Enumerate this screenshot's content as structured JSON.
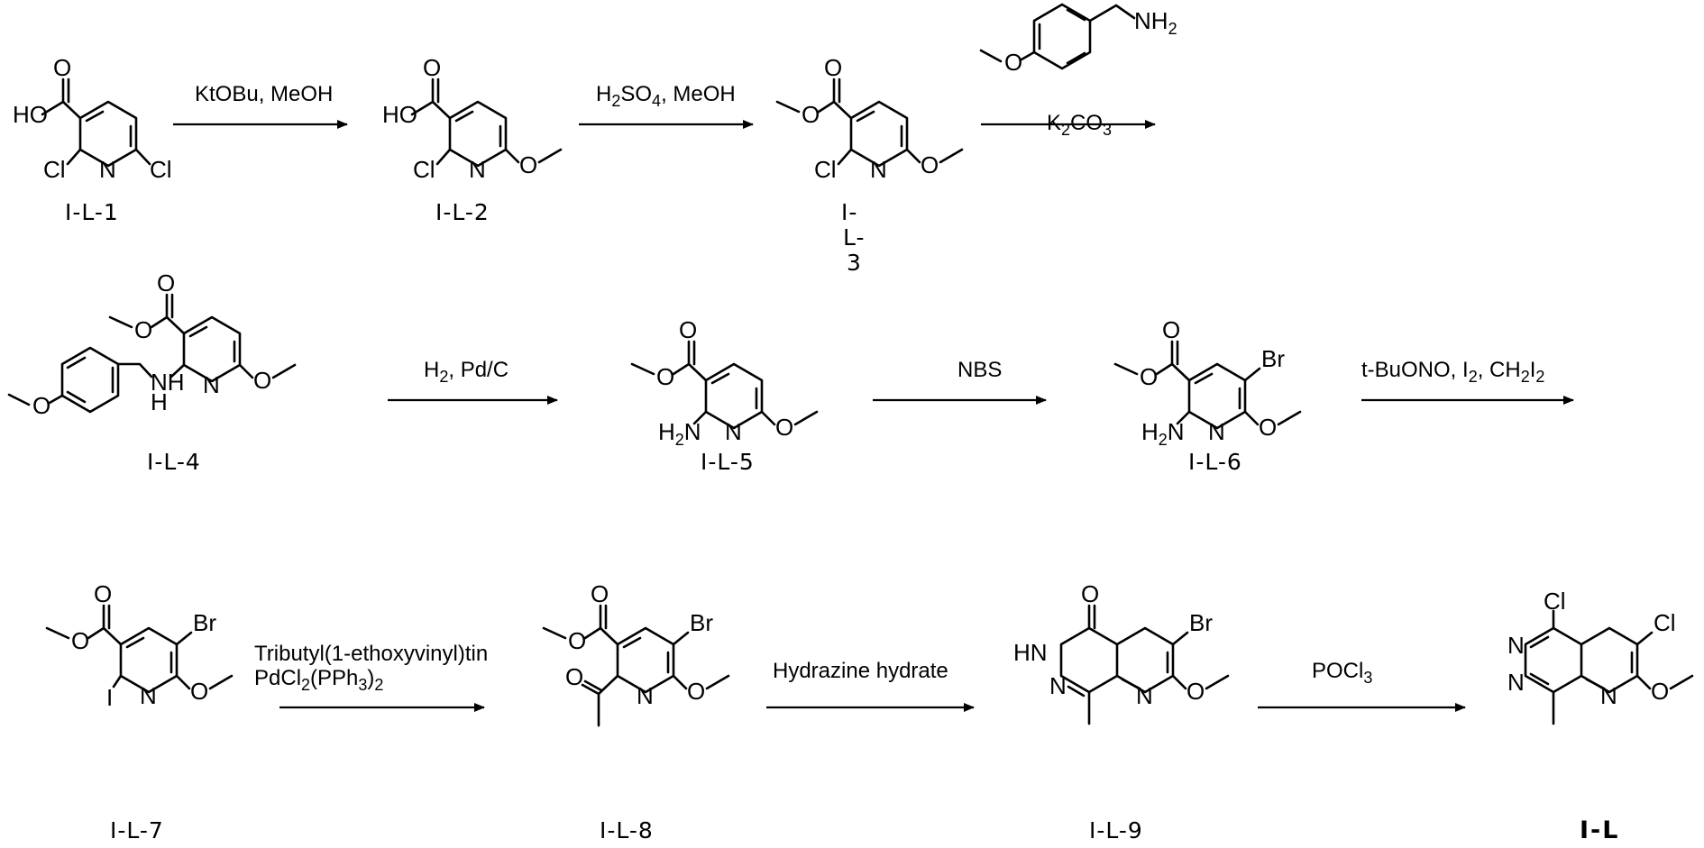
{
  "compounds": [
    {
      "label": "I-L-1"
    },
    {
      "label": "I-L-2"
    },
    {
      "label_lines": [
        "I-",
        "L-",
        "3"
      ]
    },
    {
      "label": "I-L-4"
    },
    {
      "label": "I-L-5"
    },
    {
      "label": "I-L-6"
    },
    {
      "label": "I-L-7"
    },
    {
      "label": "I-L-8"
    },
    {
      "label": "I-L-9"
    },
    {
      "label": "I-L"
    }
  ],
  "atoms": {
    "ho": "HO",
    "cl": "Cl",
    "n": "N",
    "o": "O",
    "br": "Br",
    "i": "I",
    "nh": "NH",
    "h": "H",
    "nh2_n": "NH",
    "nh2_sub": "2",
    "h2n_h": "H",
    "h2n_sub": "2",
    "h2n_n": "N",
    "hn": "HN"
  },
  "reagents": {
    "step1": "KtOBu, MeOH",
    "step2": {
      "a": "H",
      "a_sub": "2",
      "b": "SO",
      "b_sub": "4",
      "c": ", MeOH"
    },
    "step3_base": {
      "a": "K",
      "a_sub": "2",
      "b": "CO",
      "b_sub": "3"
    },
    "step4": {
      "a": "H",
      "a_sub": "2",
      "b": ", Pd/C"
    },
    "step5": "NBS",
    "step6": {
      "a": "t-BuONO, I",
      "a_sub": "2",
      "b": ", CH",
      "b_sub": "2",
      "c": "I",
      "c_sub": "2"
    },
    "step7_line1": "Tributyl(1-ethoxyvinyl)tin",
    "step7_line2": {
      "a": "PdCl",
      "a_sub": "2",
      "b": "(PPh",
      "b_sub": "3",
      "c": ")",
      "c_sub": "2"
    },
    "step8": "Hydrazine hydrate",
    "step9": {
      "a": "POCl",
      "a_sub": "3"
    }
  }
}
